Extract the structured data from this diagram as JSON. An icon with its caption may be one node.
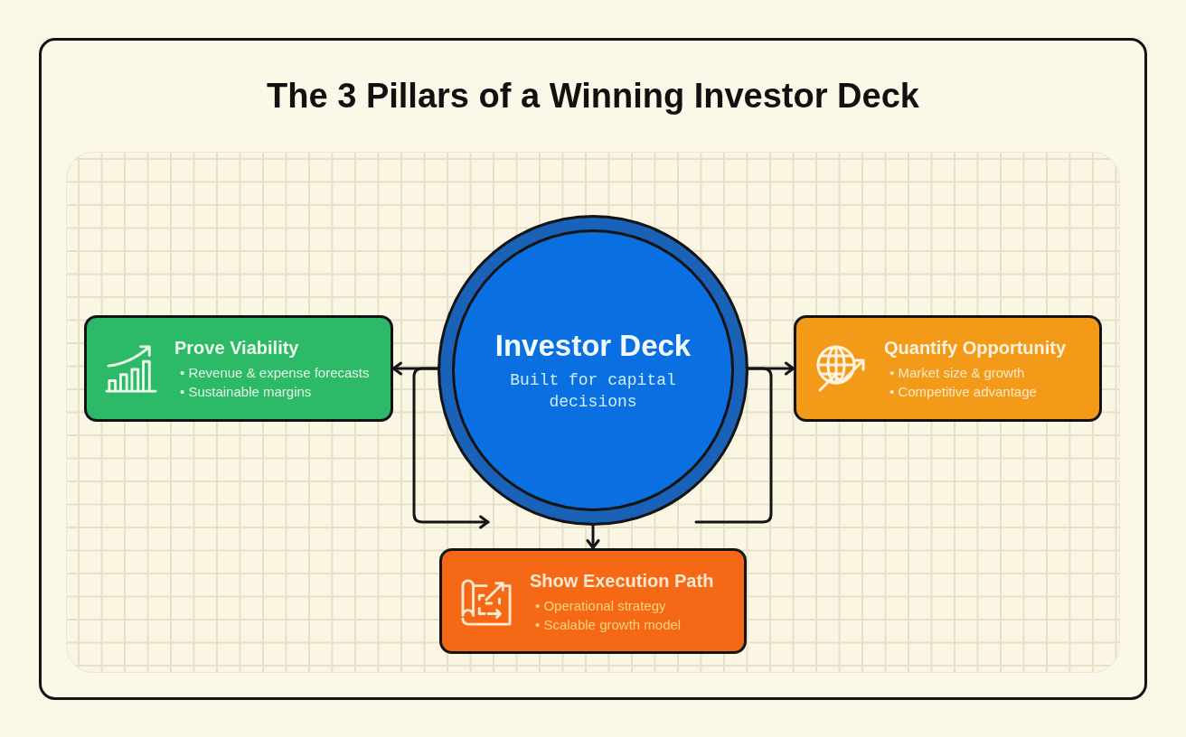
{
  "diagram": {
    "title": "The 3 Pillars of a Winning Investor Deck",
    "nodes": [
      {
        "text": [
          "Investor Deck",
          "Built for capital decisions"
        ]
      },
      {
        "text": [
          "Prove Viability",
          "• Revenue & expense forecasts",
          "• Sustainable margins"
        ]
      },
      {
        "text": [
          "Quantify Opportunity",
          "• Market size & growth",
          "• Competitive advantage"
        ]
      },
      {
        "text": [
          "Show Execution Path",
          "• Operational strategy",
          "• Scalable growth model"
        ]
      }
    ],
    "edges": [
      {
        "from": 0,
        "to": 1,
        "arrow": "to"
      },
      {
        "from": 0,
        "to": 2,
        "arrow": "to"
      },
      {
        "from": 0,
        "to": 3,
        "arrow": "to"
      },
      {
        "from": 0,
        "to": 0,
        "arrow": "to"
      },
      {
        "from": 0,
        "to": null,
        "arrow": "none"
      }
    ]
  }
}
